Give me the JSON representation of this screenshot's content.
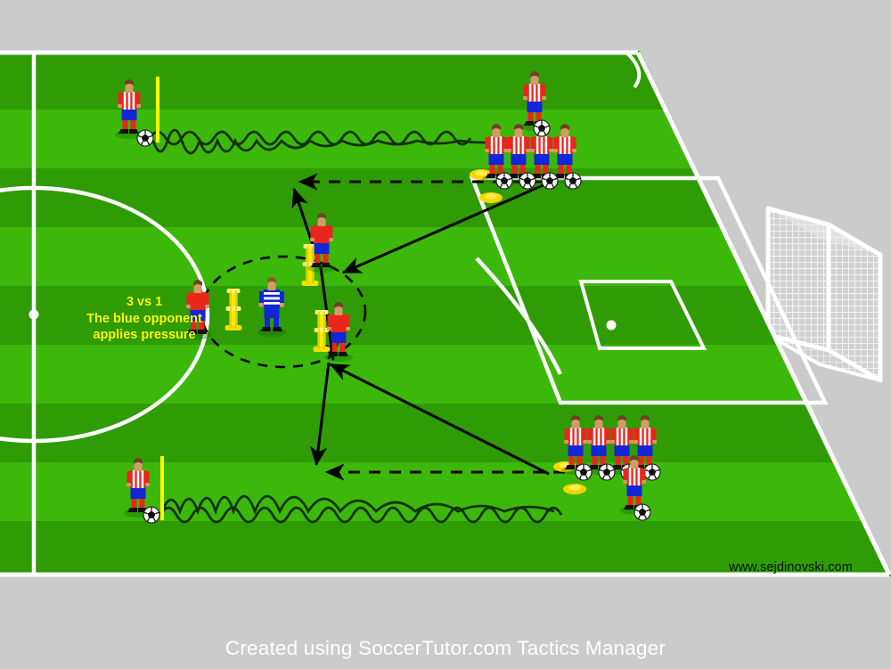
{
  "app": {
    "footer_text": "Created using SoccerTutor.com Tactics Manager",
    "watermark": "www.sejdinovski.com"
  },
  "annotation": {
    "line1": "3 vs 1",
    "line2": "The blue opponent",
    "line3": "applies pressure"
  },
  "colors": {
    "background": "#cbcbcb",
    "pitch_dark": "#2f9c06",
    "pitch_light": "#3cb80a",
    "line_white": "#ffffff",
    "annotation_yellow": "#ffff00",
    "watermark_black": "#111111",
    "footer_text": "#ffffff",
    "shirt_red": "#e8261c",
    "shirt_stripe_white": "#ffffff",
    "shorts_blue": "#1226d8",
    "socks_red": "#e8261c",
    "opponent_blue": "#1226d8",
    "cone_yellow": "#ffe800",
    "pole_yellow": "#ffff00",
    "arrow_black": "#000000",
    "ball_white": "#ffffff"
  },
  "pitch": {
    "markings": [
      "touchline-top",
      "touchline-bottom",
      "halfway-line",
      "center-circle",
      "center-spot",
      "penalty-area",
      "goal-area",
      "penalty-spot",
      "penalty-arc",
      "corner-arc-top",
      "goal-net"
    ],
    "stripe_count": 9
  },
  "drill": {
    "title": "3 vs 1 dribbling and pressure drill",
    "queues": [
      {
        "name": "top-queue",
        "player_count": 4,
        "ball_count": 4,
        "cones": 2
      },
      {
        "name": "bottom-queue",
        "player_count": 4,
        "ball_count": 4,
        "cones": 2
      }
    ],
    "servers": [
      {
        "name": "top-server",
        "has_ball": true
      },
      {
        "name": "bottom-server",
        "has_ball": true
      }
    ],
    "dribblers": [
      {
        "name": "top-left-dribbler",
        "has_ball": true,
        "pole": true
      },
      {
        "name": "bottom-left-dribbler",
        "has_ball": true,
        "pole": true
      }
    ],
    "attackers": [
      {
        "name": "top-center-attacker",
        "pole": true
      },
      {
        "name": "center-left-attacker",
        "pole": true
      },
      {
        "name": "bottom-center-attacker",
        "pole": true
      }
    ],
    "defender": {
      "name": "blue-opponent",
      "kit": "blue-white-stripes"
    },
    "movement_lines": [
      {
        "type": "dribble-wave",
        "name": "top-dribble-path-1"
      },
      {
        "type": "dribble-wave",
        "name": "top-dribble-path-2"
      },
      {
        "type": "dribble-wave",
        "name": "bottom-dribble-path-1"
      },
      {
        "type": "dribble-wave",
        "name": "bottom-dribble-path-2"
      },
      {
        "type": "pass-dashed",
        "name": "top-pass-arrow"
      },
      {
        "type": "pass-dashed",
        "name": "bottom-pass-arrow"
      },
      {
        "type": "run-solid",
        "name": "top-run-arrow"
      },
      {
        "type": "run-solid",
        "name": "center-run-arrow"
      },
      {
        "type": "run-solid",
        "name": "bottom-run-arrow"
      },
      {
        "type": "run-solid",
        "name": "lower-run-arrow"
      }
    ],
    "work_zone": {
      "name": "dashed-work-zone-ellipse",
      "style": "dashed"
    }
  }
}
